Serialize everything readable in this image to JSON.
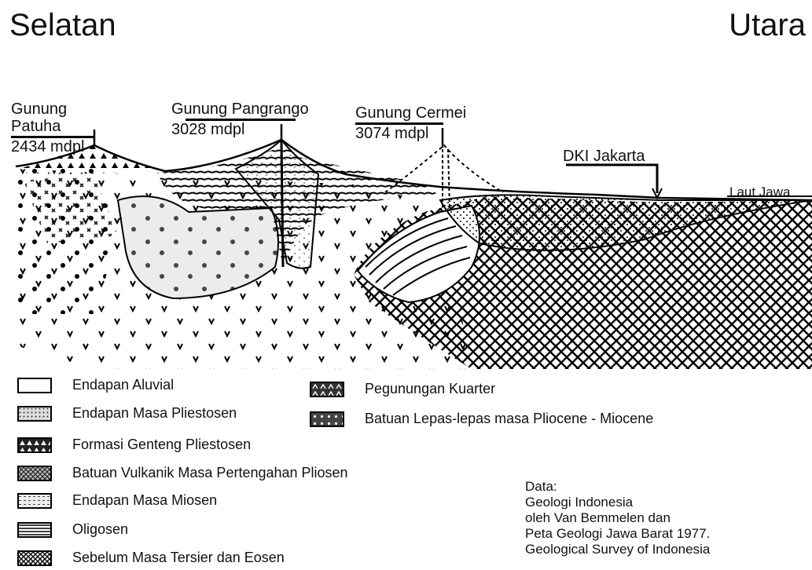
{
  "directions": {
    "south": "Selatan",
    "north": "Utara"
  },
  "peaks": [
    {
      "name": "Gunung Patuha",
      "elevation": "2434 mdpl"
    },
    {
      "name": "Gunung Pangrango",
      "elevation": "3028 mdpl"
    },
    {
      "name": "Gunung Cermei",
      "elevation": "3074 mdpl"
    }
  ],
  "places": {
    "city": "DKI Jakarta",
    "sea": "Laut Jawa"
  },
  "legend_left": [
    {
      "label": "Endapan Aluvial",
      "pattern": "alluvial"
    },
    {
      "label": "Endapan Masa Pliestosen",
      "pattern": "pleistocene-deposit"
    },
    {
      "label": "Formasi Genteng Pliestosen",
      "pattern": "genteng"
    },
    {
      "label": "Batuan Vulkanik Masa Pertengahan Pliosen",
      "pattern": "volcanic-pliocene"
    },
    {
      "label": "Endapan Masa Miosen",
      "pattern": "miocene"
    },
    {
      "label": "Oligosen",
      "pattern": "oligocene"
    },
    {
      "label": "Sebelum Masa Tersier dan Eosen",
      "pattern": "pre-tertiary"
    }
  ],
  "legend_right": [
    {
      "label": "Pegunungan Kuarter",
      "pattern": "quaternary"
    },
    {
      "label": "Batuan Lepas-lepas masa Pliocene - Miocene",
      "pattern": "loose-rock"
    }
  ],
  "credit": [
    "Data:",
    "Geologi Indonesia",
    "oleh Van Bemmelen dan",
    "Peta Geologi Jawa Barat 1977.",
    "Geological Survey of Indonesia"
  ]
}
